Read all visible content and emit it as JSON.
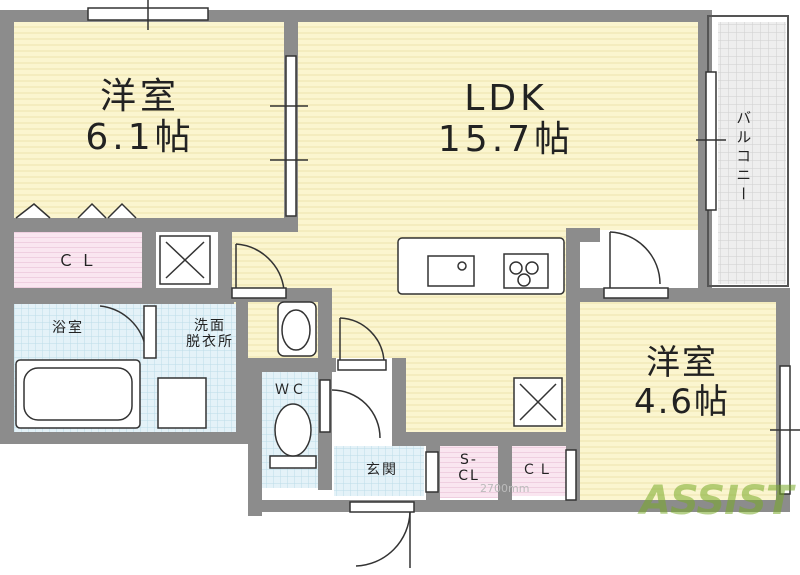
{
  "rooms": {
    "western_room_1": "洋室\n6.1帖",
    "ldk": "LDK\n15.7帖",
    "western_room_2": "洋室\n4.6帖",
    "balcony": "バルコニー",
    "closet_1": "ＣＬ",
    "closet_2": "ＣＬ",
    "shoe_closet": "S-\nCL",
    "bathroom": "浴室",
    "washroom": "洗面\n脱衣所",
    "toilet": "ＷＣ",
    "entrance": "玄関"
  },
  "logo": "ASSIST"
}
